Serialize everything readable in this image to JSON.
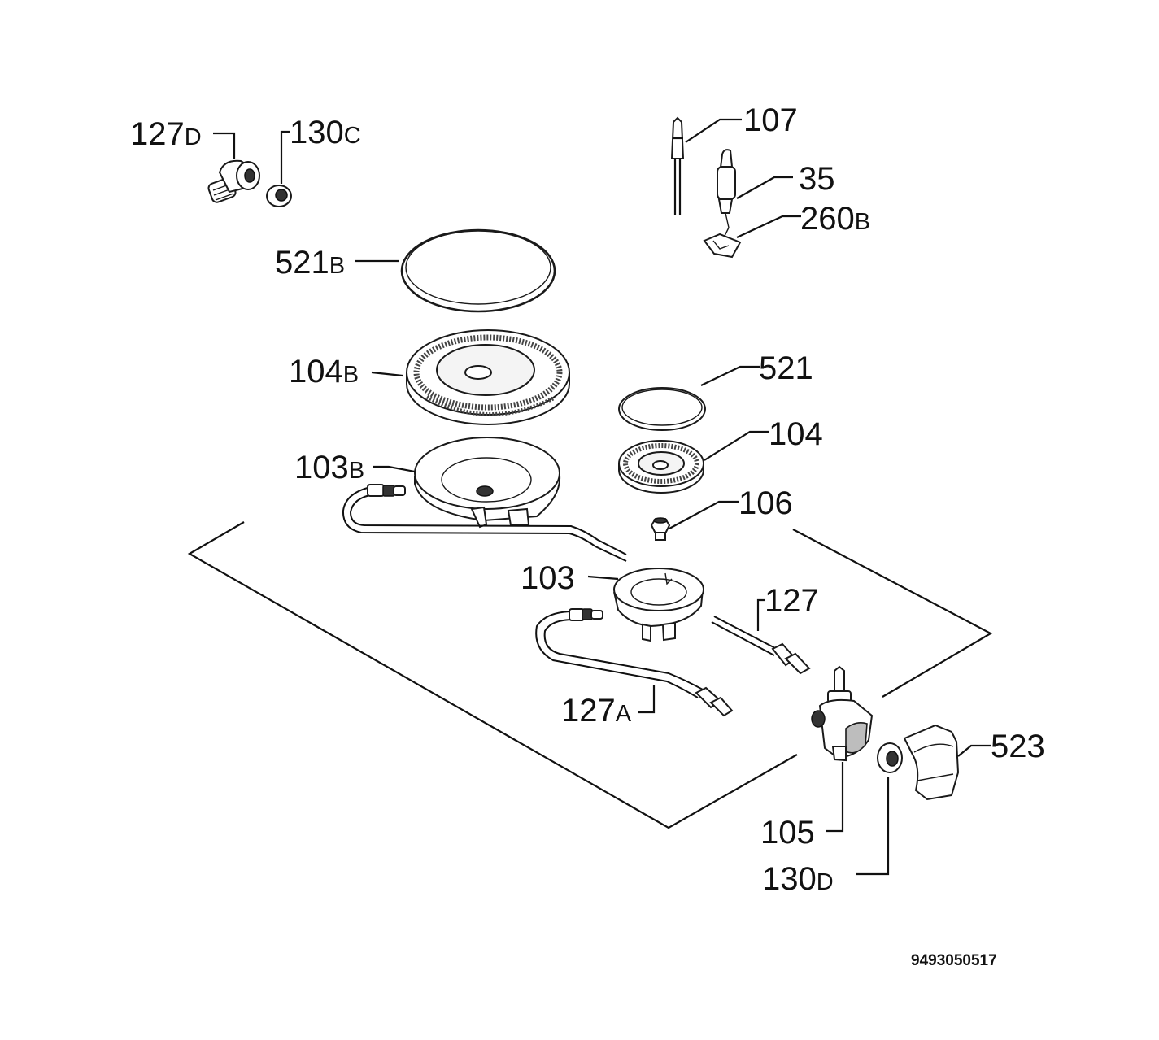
{
  "labels": {
    "l127D": {
      "num": "127",
      "suf": "D"
    },
    "l130C": {
      "num": "130",
      "suf": "C"
    },
    "l107": {
      "num": "107",
      "suf": ""
    },
    "l35": {
      "num": "35",
      "suf": ""
    },
    "l260B": {
      "num": "260",
      "suf": "B"
    },
    "l521B": {
      "num": "521",
      "suf": "B"
    },
    "l104B": {
      "num": "104",
      "suf": "B"
    },
    "l521": {
      "num": "521",
      "suf": ""
    },
    "l104": {
      "num": "104",
      "suf": ""
    },
    "l103B": {
      "num": "103",
      "suf": "B"
    },
    "l106": {
      "num": "106",
      "suf": ""
    },
    "l103": {
      "num": "103",
      "suf": ""
    },
    "l127": {
      "num": "127",
      "suf": ""
    },
    "l127A": {
      "num": "127",
      "suf": "A"
    },
    "l523": {
      "num": "523",
      "suf": ""
    },
    "l105": {
      "num": "105",
      "suf": ""
    },
    "l130D": {
      "num": "130",
      "suf": "D"
    }
  },
  "drawing_code": "9493050517"
}
